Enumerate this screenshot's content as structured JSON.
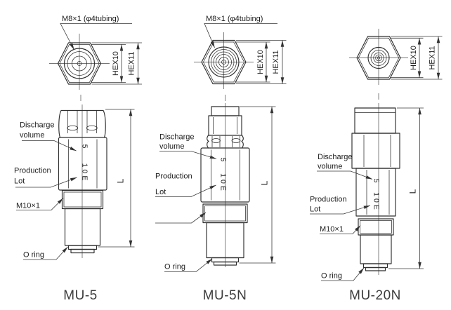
{
  "colors": {
    "line": "#2e2e2e",
    "dim_line": "#3a3a3a",
    "text": "#1c1c1c",
    "name_text": "#3c3c3c",
    "background": "#ffffff"
  },
  "units": [
    {
      "name": "MU-5",
      "port_label": "M8×1 (φ4tubing)",
      "hex10": "HEX10",
      "hex11": "HEX11",
      "discharge1": "Discharge",
      "discharge2": "volume",
      "lot1": "Production",
      "lot2": "Lot",
      "thread": "M10×1",
      "oring": "O ring",
      "length": "L",
      "mark_volume": "5",
      "mark_lot": "10E"
    },
    {
      "name": "MU-5N",
      "port_label": "M8×1 (φ4tubing)",
      "hex10": "HEX10",
      "hex11": "HEX11",
      "discharge1": "Discharge",
      "discharge2": "volume",
      "lot1": "Production",
      "lot2": "Lot",
      "oring": "O ring",
      "length": "L",
      "mark_volume": "5",
      "mark_lot": "10E"
    },
    {
      "name": "MU-20N",
      "hex10": "HEX10",
      "hex11": "HEX11",
      "discharge1": "Discharge",
      "discharge2": "volume",
      "lot1": "Production",
      "lot2": "Lot",
      "thread": "M10×1",
      "oring": "O ring",
      "length": "L",
      "mark_volume": "5",
      "mark_lot": "10E"
    }
  ]
}
